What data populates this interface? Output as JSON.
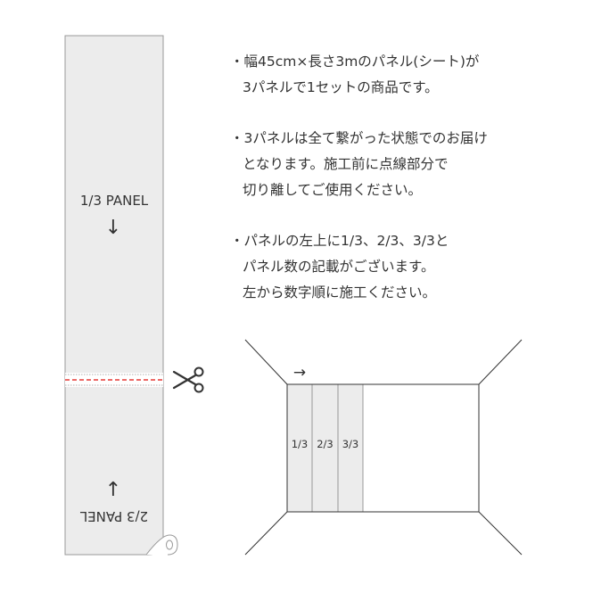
{
  "roll": {
    "top_label": "1/3 PANEL",
    "bottom_label": "2/3 PANEL",
    "arrow_down": "↓",
    "arrow_up": "↑",
    "roll_end_glyph": "0"
  },
  "bullets": [
    {
      "lines": [
        "・幅45cm×長さ3mのパネル(シート)が",
        "3パネルで1セットの商品です。"
      ]
    },
    {
      "lines": [
        "・3パネルは全て繋がった状態でのお届け",
        "となります。施工前に点線部分で",
        "切り離してご使用ください。"
      ]
    },
    {
      "lines": [
        "・パネルの左上に1/3、2/3、3/3と",
        "パネル数の記載がございます。",
        "左から数字順に施工ください。"
      ]
    }
  ],
  "room": {
    "panels": [
      "1/3",
      "2/3",
      "3/3"
    ],
    "direction_arrow": "→"
  },
  "colors": {
    "panel_fill": "#ececec",
    "outline": "#999999",
    "room_line": "#333333",
    "cut_line": "#e53935"
  },
  "icons": {
    "cut": "scissors-icon"
  }
}
